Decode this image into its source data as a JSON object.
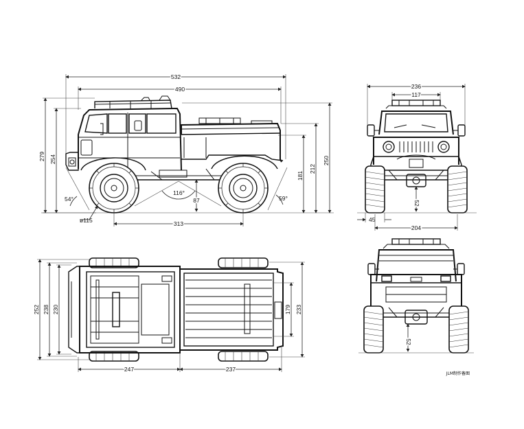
{
  "side_view": {
    "overall_length": "532",
    "body_length": "490",
    "overall_height": "279",
    "roof_height": "254",
    "approach_angle": "54°",
    "breakover_angle": "116°",
    "ground_clearance": "87",
    "departure_angle": "59°",
    "wheel_diameter": "ø115",
    "wheelbase": "313",
    "bed_height": "181",
    "rail_height": "212",
    "max_height": "250"
  },
  "front_view": {
    "overall_width": "236",
    "light_bar_width": "117",
    "axle_clearance": "52",
    "tire_width": "45",
    "track_width": "204"
  },
  "top_view": {
    "overall_width": "252",
    "width_2": "238",
    "width_3": "230",
    "front_section": "247",
    "rear_section": "237",
    "bed_width": "179",
    "bed_outer": "233"
  },
  "rear_view": {
    "axle_clearance": "52"
  },
  "stamp": "JLM制作备图"
}
